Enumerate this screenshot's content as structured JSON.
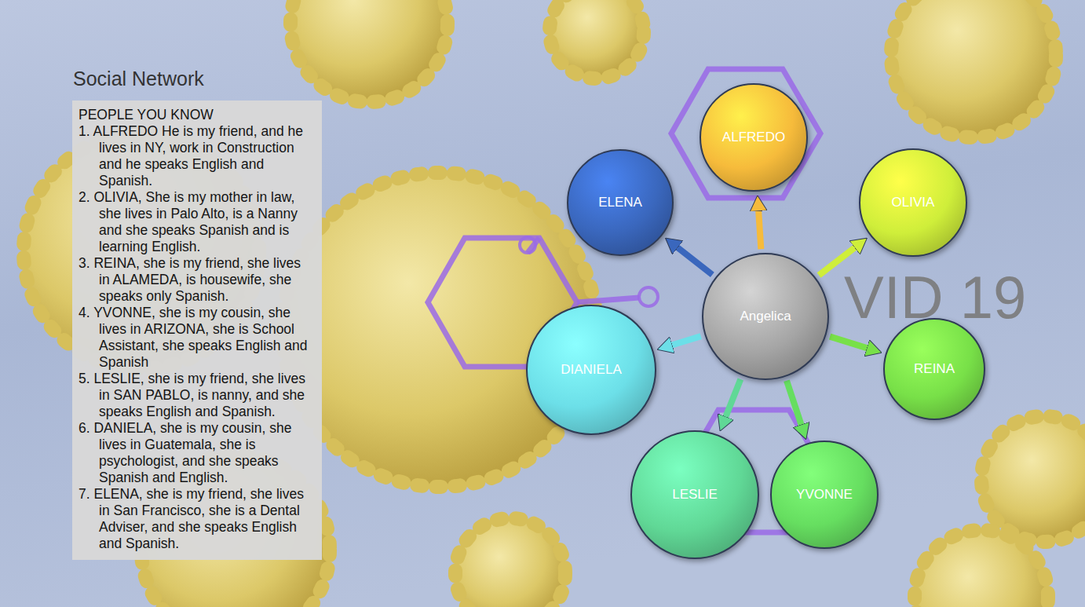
{
  "diagram": {
    "title": "Social Network",
    "nodes": [
      {
        "text": [
          "PEOPLE YOU KNOW",
          "1. ALFREDO He is my friend, and he lives in NY, work in Construction and he speaks English and Spanish.",
          "2. OLIVIA, She is my mother in law, she lives in Palo Alto, is a Nanny and she speaks Spanish and is learning English.",
          "3. REINA, she is my friend, she lives in ALAMEDA, is housewife, she speaks only Spanish.",
          "4. YVONNE, she is my cousin, she lives in ARIZONA, she is School Assistant, she speaks English and Spanish",
          "5. LESLIE, she is my friend, she lives in SAN PABLO, is nanny, and she speaks English and Spanish.",
          "6. DANIELA, she is my cousin, she lives in Guatemala, she is psychologist, and she speaks Spanish and English.",
          "7. ELENA, she is my friend, she lives in San Francisco, she is a Dental Adviser, and she speaks English and Spanish."
        ]
      },
      {
        "text": [
          "ALFREDO"
        ]
      },
      {
        "text": [
          "ELENA"
        ]
      },
      {
        "text": [
          "OLIVIA"
        ]
      },
      {
        "text": [
          "Angelica"
        ]
      },
      {
        "text": [
          "REINA"
        ]
      },
      {
        "text": [
          "DIANIELA"
        ]
      },
      {
        "text": [
          "LESLIE"
        ]
      },
      {
        "text": [
          "YVONNE"
        ]
      }
    ],
    "edges": [
      {
        "from": 4,
        "to": 1,
        "arrow": "to"
      },
      {
        "from": 4,
        "to": 2,
        "arrow": "to"
      },
      {
        "from": 4,
        "to": 3,
        "arrow": "to"
      },
      {
        "from": 4,
        "to": 5,
        "arrow": "to"
      },
      {
        "from": 4,
        "to": 6,
        "arrow": "to"
      },
      {
        "from": 4,
        "to": 7,
        "arrow": "to"
      },
      {
        "from": 4,
        "to": 8,
        "arrow": "to"
      }
    ],
    "labels": [
      "VID 19"
    ]
  }
}
